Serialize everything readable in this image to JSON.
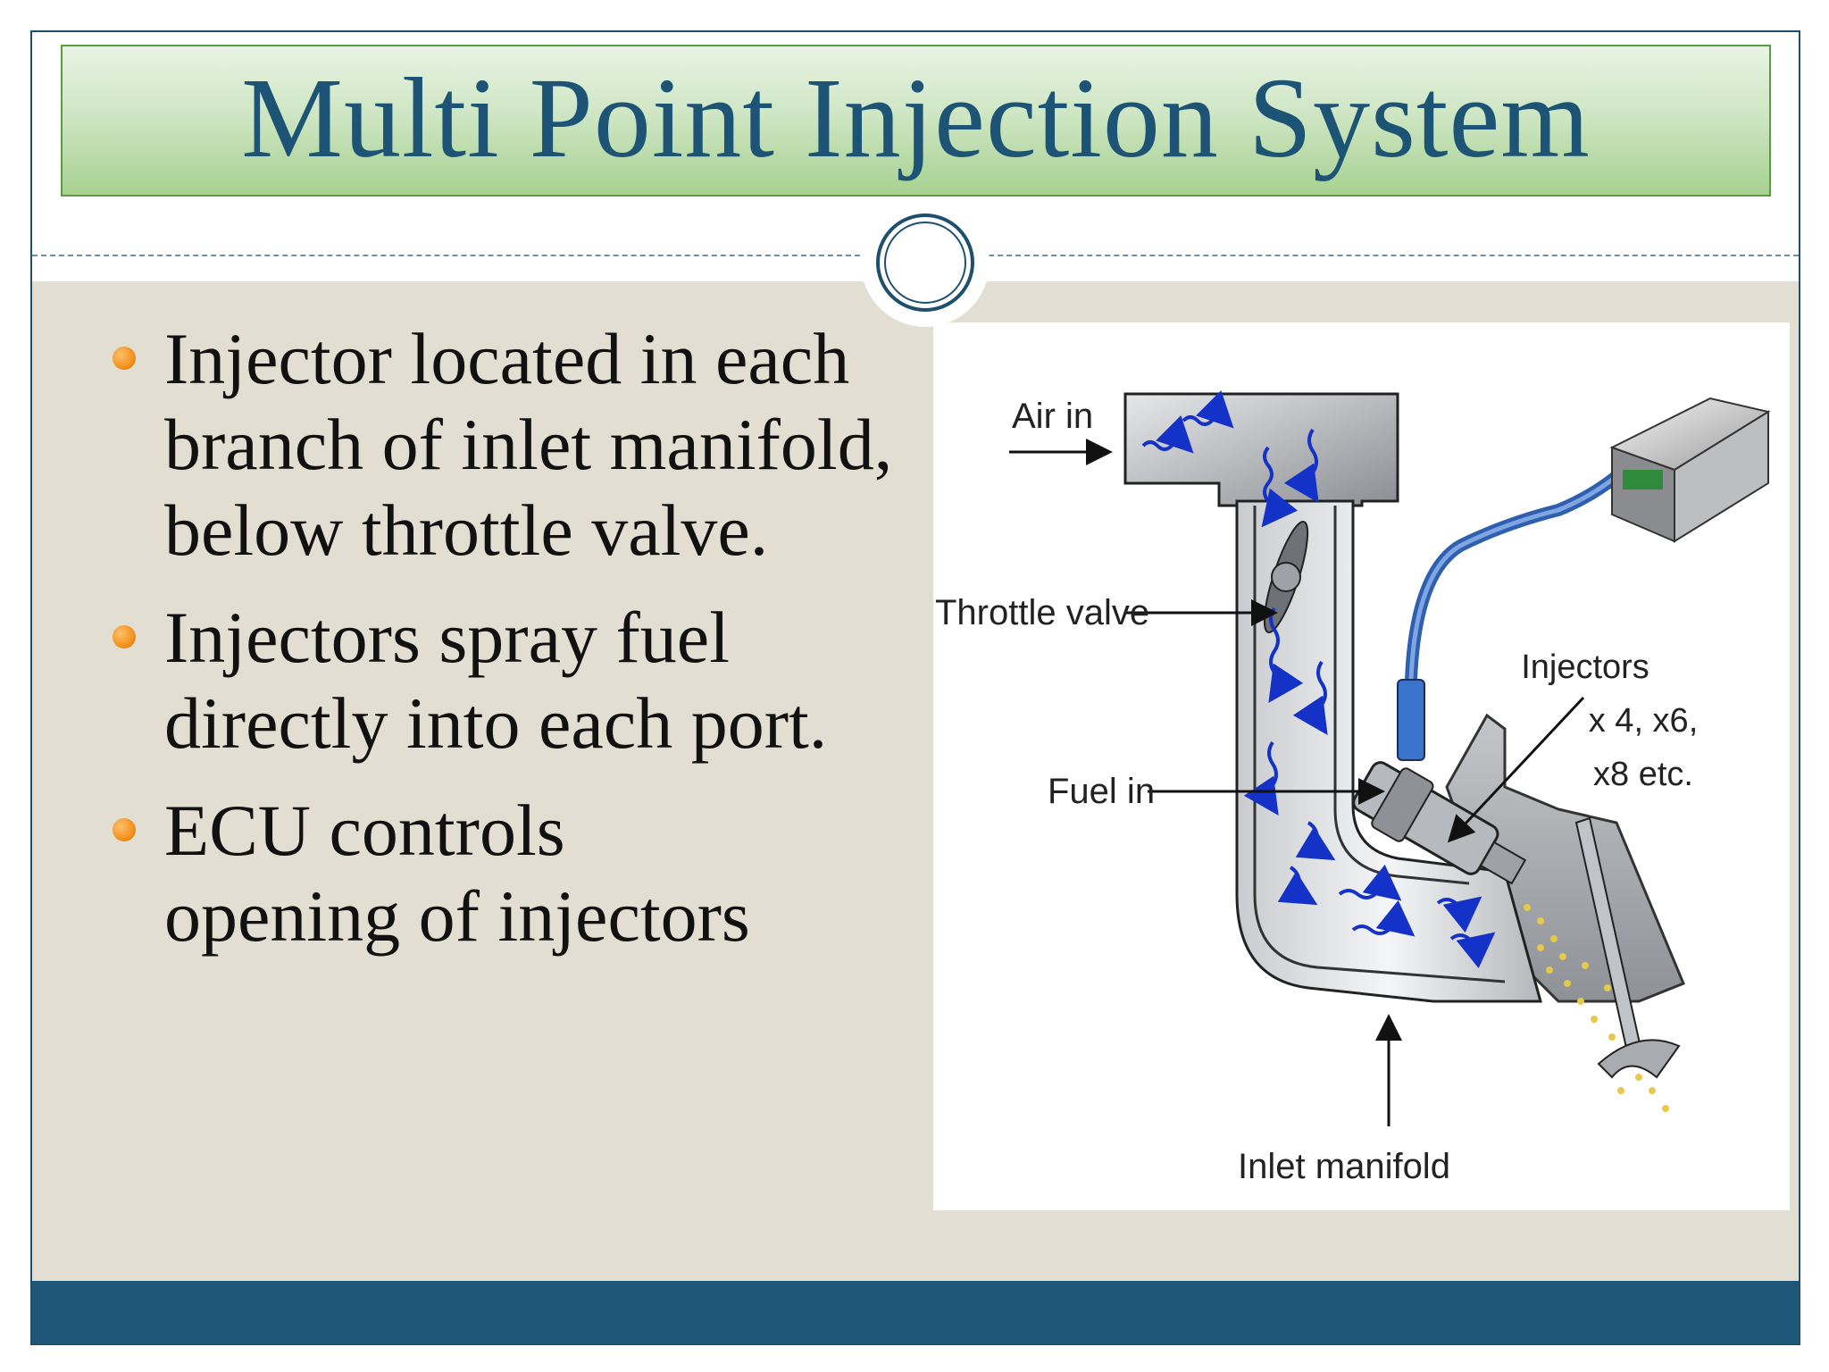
{
  "slide": {
    "title": "Multi Point Injection System",
    "bullets": [
      {
        "lines": [
          "Injector located in each",
          "branch of inlet manifold,",
          "below throttle valve."
        ]
      },
      {
        "lines": [
          "Injectors spray fuel",
          "directly into each port."
        ]
      },
      {
        "lines": [
          "ECU controls",
          "opening of injectors"
        ]
      }
    ]
  },
  "diagram": {
    "labels": {
      "air_in": "Air in",
      "throttle_valve": "Throttle valve",
      "fuel_in": "Fuel in",
      "injectors_line1": "Injectors",
      "injectors_line2": "x 4, x6,",
      "injectors_line3": "x8 etc.",
      "inlet_manifold": "Inlet manifold"
    }
  },
  "colors": {
    "title_text": "#1d5476",
    "accent_border": "#1e4f6d",
    "footer": "#1e5778",
    "bullet": "#f2921d",
    "content_background": "#e3ded2",
    "air_flow_arrows": "#1432c8",
    "fuel_line": "#2e5fb0",
    "fuel_spray": "#e6c84a"
  }
}
